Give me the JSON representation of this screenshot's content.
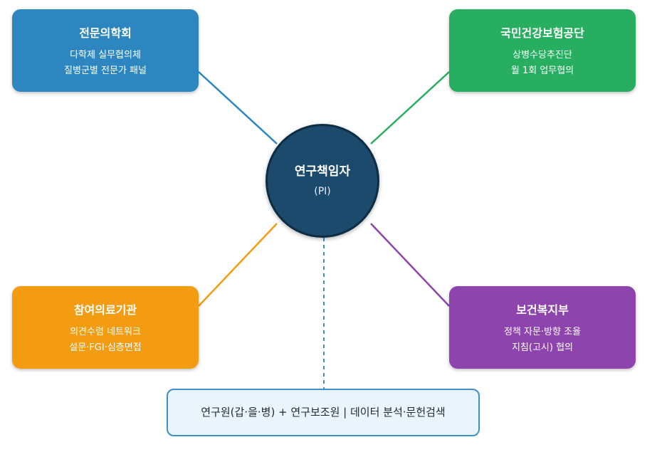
{
  "center": {
    "title": "연구책임자",
    "subtitle": "(PI)",
    "color": "#1b4a6c"
  },
  "nodes": [
    {
      "id": "node-tl",
      "title": "전문의학회",
      "lines": [
        "다학제 실무협의체",
        "질병군별 전문가 패널"
      ],
      "color": "#2e86c1",
      "connector_color": "#2e86c1"
    },
    {
      "id": "node-tr",
      "title": "국민건강보험공단",
      "lines": [
        "상병수당추진단",
        "월 1회 업무협의"
      ],
      "color": "#27ae60",
      "connector_color": "#27ae60"
    },
    {
      "id": "node-bl",
      "title": "참여의료기관",
      "lines": [
        "의견수렴 네트워크",
        "설문·FGI·심층면접"
      ],
      "color": "#f39c12",
      "connector_color": "#f39c12"
    },
    {
      "id": "node-br",
      "title": "보건복지부",
      "lines": [
        "정책 자문·방향 조율",
        "지침(고시) 협의"
      ],
      "color": "#8e44ad",
      "connector_color": "#8e44ad"
    }
  ],
  "support": {
    "text": "연구원(갑·을·병) + 연구보조원 | 데이터 분석·문헌검색",
    "connector_color": "#3f8fc9",
    "connector_style": "dashed"
  }
}
